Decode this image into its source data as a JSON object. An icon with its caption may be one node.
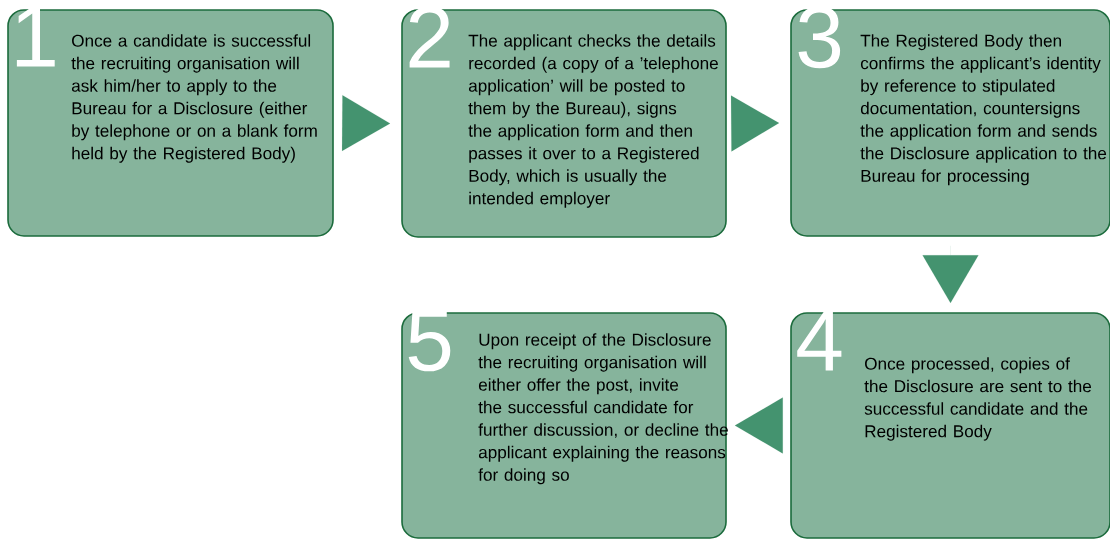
{
  "diagram": {
    "nodes": [
      {
        "text": [
          "1",
          "Once a candidate is successful the recruiting organisation will ask him/her to apply to the Bureau for a Disclosure (either by telephone or on a blank form held by the Registered Body)"
        ]
      },
      {
        "text": [
          "2",
          "The applicant checks the details recorded (a copy of a ’telephone application’ will be posted to them by the Bureau), signs the application form and then passes it over to a Registered Body, which is usually the intended employer"
        ]
      },
      {
        "text": [
          "3",
          "The Registered Body then confirms the applicant’s identity by reference to stipulated documentation, countersigns the application form and sends the Disclosure application to the Bureau for processing"
        ]
      },
      {
        "text": [
          "4",
          "Once processed, copies of the Disclosure are sent to the successful candidate and the Registered Body"
        ]
      },
      {
        "text": [
          "5",
          "Upon receipt of the Disclosure the recruiting organisation will either offer the post, invite the successful candidate for further discussion, or decline the applicant explaining the reasons for doing so"
        ]
      }
    ],
    "edges": [
      {
        "from": 0,
        "to": 1,
        "arrow": "to"
      },
      {
        "from": 1,
        "to": 2,
        "arrow": "to"
      },
      {
        "from": 2,
        "to": 3,
        "arrow": "to"
      },
      {
        "from": 3,
        "to": 4,
        "arrow": "to"
      }
    ]
  }
}
